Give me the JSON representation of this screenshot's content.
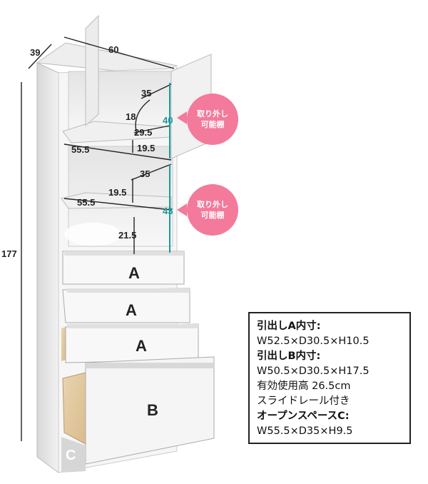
{
  "dimensions": {
    "depth": "39",
    "width": "60",
    "height": "177",
    "upper": [
      "35",
      "18",
      "29.5",
      "19.5",
      "55.5"
    ],
    "upper_span": "40",
    "middle": [
      "35",
      "19.5",
      "55.5",
      "21.5"
    ],
    "middle_span": "43"
  },
  "callouts": [
    {
      "line1": "取り外し",
      "line2": "可能棚"
    },
    {
      "line1": "取り外し",
      "line2": "可能棚"
    }
  ],
  "drawers": [
    "A",
    "A",
    "A",
    "B"
  ],
  "open_space_label": "C",
  "specs": {
    "a_title": "引出しA内寸:",
    "a_value": "W52.5×D30.5×H10.5",
    "b_title": "引出しB内寸:",
    "b_value": "W50.5×D30.5×H17.5",
    "b_height": "有効使用高 26.5cm",
    "b_rail": "スライドレール付き",
    "c_title": "オープンスペースC:",
    "c_value": "W55.5×D35×H9.5"
  },
  "colors": {
    "callout": "#f37a9b",
    "teal": "#1a9a9a"
  }
}
